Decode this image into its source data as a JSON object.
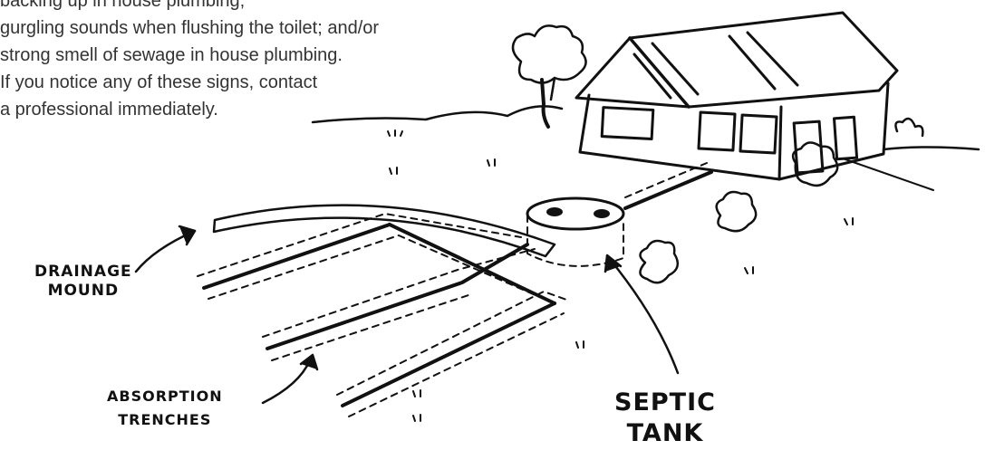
{
  "text_block": {
    "lines": [
      "backing up in house plumbing;",
      "gurgling sounds when flushing the toilet; and/or",
      "strong smell of sewage in house plumbing.",
      "If you notice any of these signs, contact",
      "a professional immediately."
    ]
  },
  "labels": {
    "drainage": [
      "DRAINAGE",
      "MOUND"
    ],
    "absorption": [
      "ABSORPTION",
      "TRENCHES"
    ],
    "septic": [
      "SEPTIC",
      "TANK"
    ]
  },
  "colors": {
    "ink": "#111111",
    "text": "#333333",
    "background": "#ffffff"
  }
}
